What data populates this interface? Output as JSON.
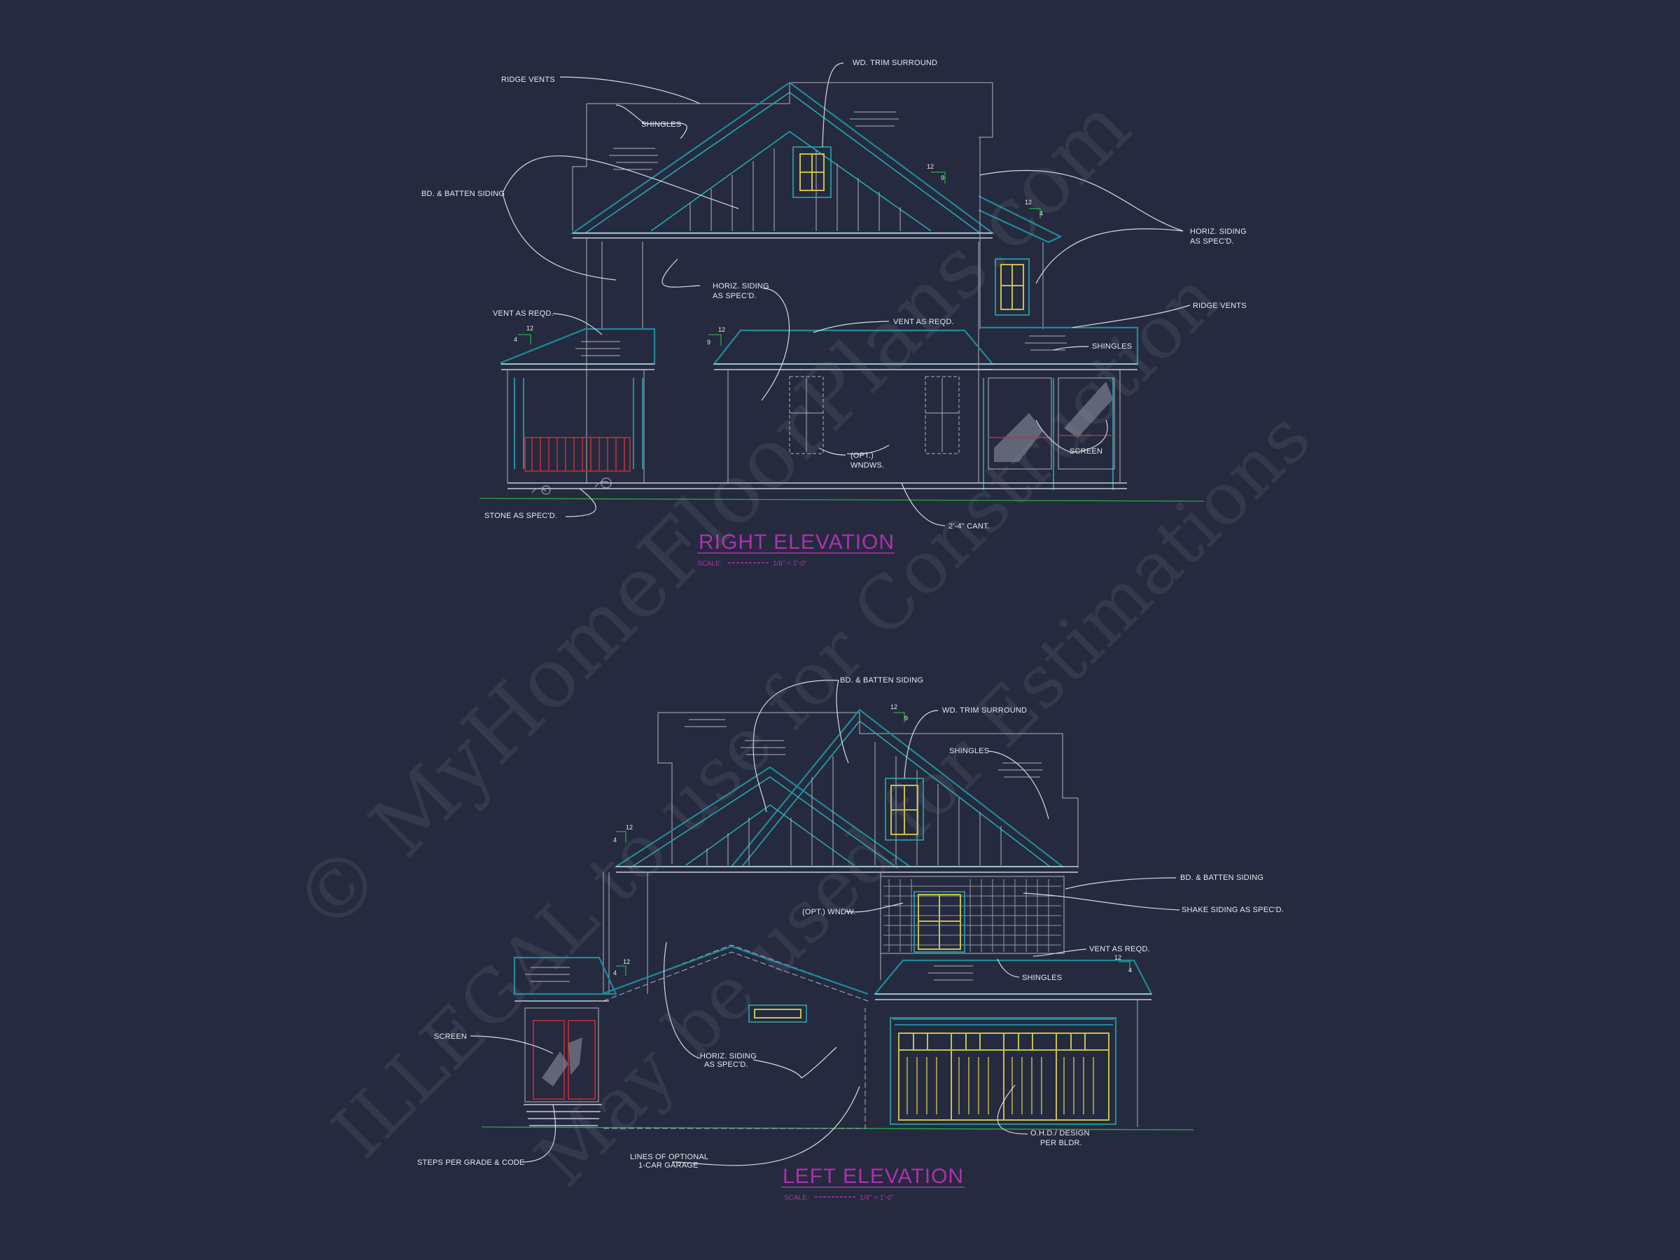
{
  "watermark": {
    "line1": "© MyHomeFloorPlans.com",
    "line2": "ILLEGAL to use for Construction",
    "line3": "May be used for Estimations"
  },
  "right_elevation": {
    "title": "RIGHT ELEVATION",
    "scale_label": "SCALE: ",
    "scale_value": "1/8\" = 1'-0\"",
    "labels": {
      "ridge_vents_left": "RIDGE VENTS",
      "wd_trim_surround": "WD. TRIM SURROUND",
      "shingles_top": "SHINGLES",
      "bd_batten_siding": "BD. & BATTEN SIDING",
      "horiz_siding_right_1": "HORIZ. SIDING",
      "horiz_siding_right_2": "AS SPEC'D.",
      "horiz_siding_mid_1": "HORIZ. SIDING",
      "horiz_siding_mid_2": "AS SPEC'D.",
      "ridge_vents_right": "RIDGE VENTS",
      "vent_as_reqd_left": "VENT AS REQD.",
      "vent_as_reqd_mid": "VENT AS REQD.",
      "shingles_right": "SHINGLES",
      "opt_wndws_1": "(OPT.)",
      "opt_wndws_2": "WNDWS.",
      "screen": "SCREEN",
      "stone": "STONE AS SPEC'D.",
      "cant": "2'-4\" CANT."
    },
    "pitches": {
      "p12_a": "12",
      "p9_a": "9",
      "p12_b": "12",
      "p4_b": "4",
      "p12_c": "12",
      "p4_c": "4",
      "p12_d": "12",
      "p9_d": "9"
    }
  },
  "left_elevation": {
    "title": "LEFT ELEVATION",
    "scale_label": "SCALE: ",
    "scale_value": "1/4\" = 1'-0\"",
    "labels": {
      "bd_batten_top": "BD. & BATTEN SIDING",
      "wd_trim_surround": "WD. TRIM SURROUND",
      "shingles_top": "SHINGLES",
      "bd_batten_right": "BD. & BATTEN SIDING",
      "shake_siding": "SHAKE SIDING AS SPEC'D.",
      "opt_wndw": "(OPT.) WNDW.",
      "vent_as_reqd": "VENT AS REQD.",
      "shingles_mid": "SHINGLES",
      "screen": "SCREEN",
      "horiz_siding_1": "HORIZ. SIDING",
      "horiz_siding_2": "AS SPEC'D.",
      "ohd_1": "O.H.D./ DESIGN",
      "ohd_2": "PER BLDR.",
      "steps": "STEPS PER GRADE & CODE",
      "lines_opt_1": "LINES OF OPTIONAL",
      "lines_opt_2": "1-CAR GARAGE"
    },
    "pitches": {
      "p12_a": "12",
      "p9_a": "9",
      "p12_b": "12",
      "p4_b": "4",
      "p12_c": "12",
      "p4_c": "4",
      "p12_d": "12",
      "p4_d": "4"
    }
  }
}
